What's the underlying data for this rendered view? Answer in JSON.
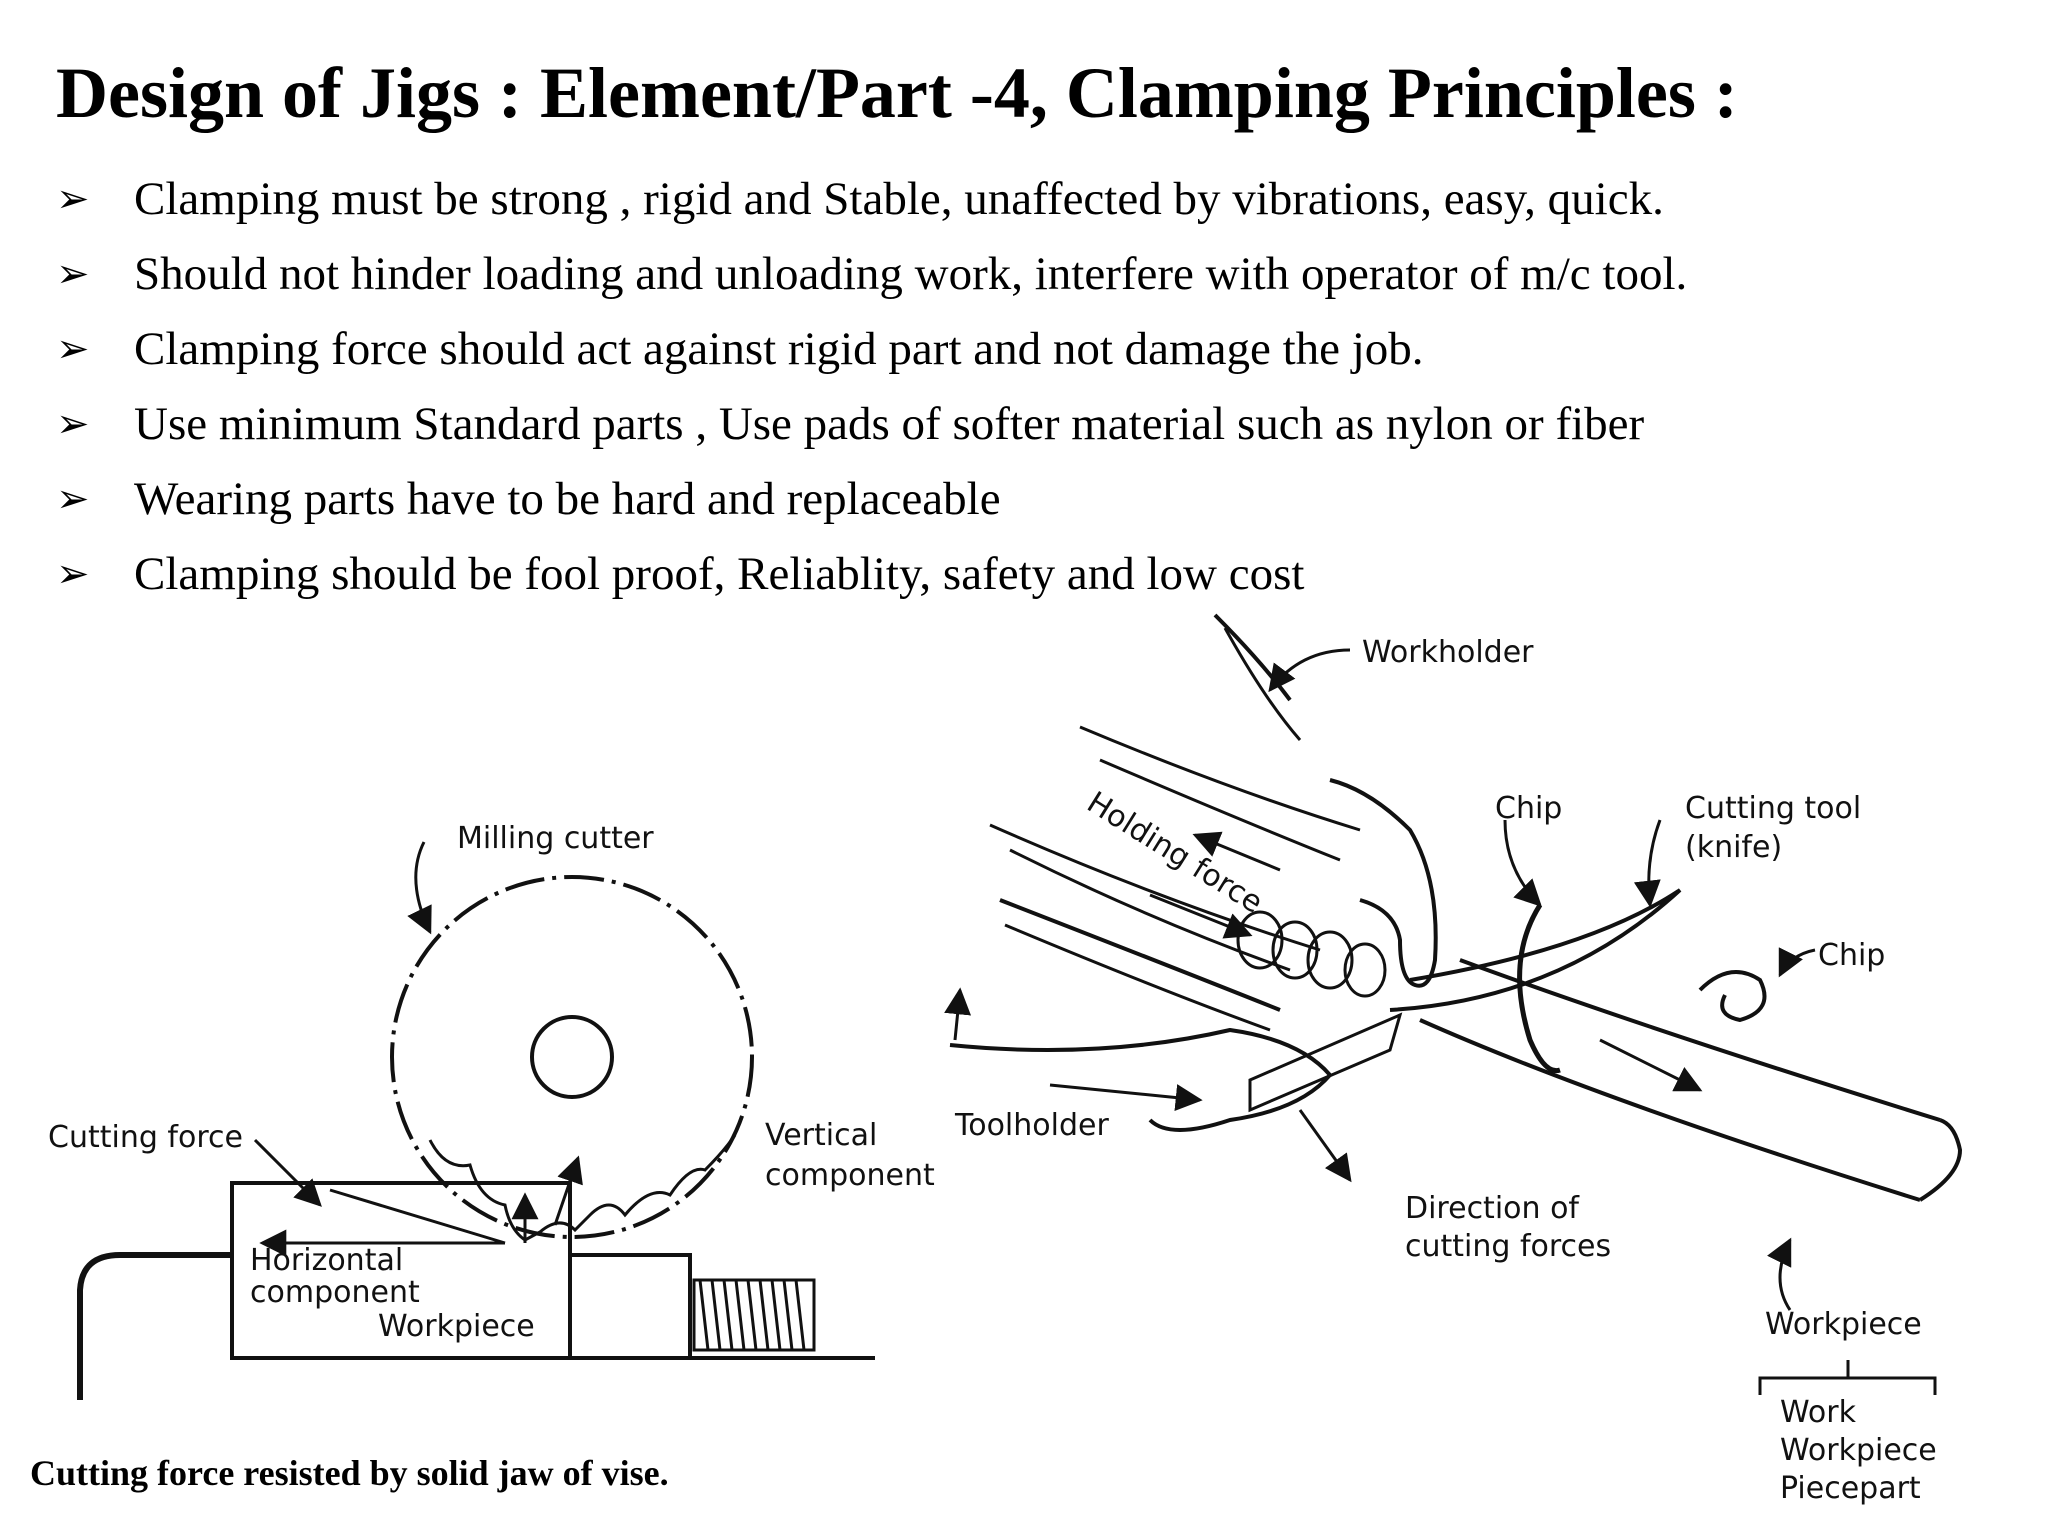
{
  "slide": {
    "title": "Design of Jigs : Element/Part -4, Clamping Principles :",
    "bullet_symbol": "➢",
    "bullets": [
      "Clamping must be strong , rigid and Stable, unaffected by vibrations, easy, quick.",
      "Should not hinder loading and unloading work, interfere with operator of m/c tool.",
      "Clamping force should act against rigid part and not damage the job.",
      "Use minimum Standard parts , Use pads of softer material such as nylon or fiber",
      "Wearing parts have to be hard and replaceable",
      "Clamping  should be fool proof, Reliablity, safety and low cost"
    ]
  },
  "vise_figure": {
    "labels": {
      "milling_cutter": "Milling cutter",
      "cutting_force": "Cutting force",
      "vertical_1": "Vertical",
      "vertical_2": "component",
      "horizontal_1": "Horizontal",
      "horizontal_2": "component",
      "workpiece": "Workpiece"
    },
    "caption": "Cutting force resisted by solid jaw of vise."
  },
  "knife_figure": {
    "labels": {
      "workholder": "Workholder",
      "holding_force": "Holding force",
      "chip_1": "Chip",
      "cutting_tool_1": "Cutting tool",
      "cutting_tool_2": "(knife)",
      "chip_2": "Chip",
      "toolholder": "Toolholder",
      "direction_1": "Direction of",
      "direction_2": "cutting forces",
      "workpiece": "Workpiece",
      "syn_1": "Work",
      "syn_2": "Workpiece",
      "syn_3": "Piecepart"
    }
  }
}
